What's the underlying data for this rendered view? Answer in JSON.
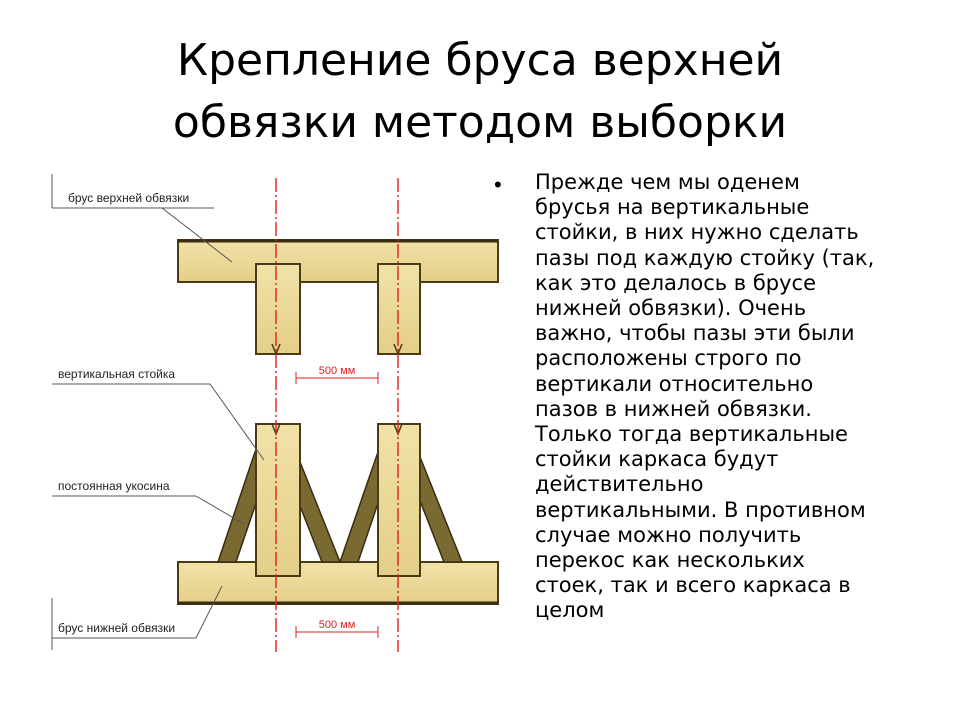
{
  "title": {
    "line1": "Крепление бруса верхней",
    "line2": "обвязки методом выборки"
  },
  "diagram": {
    "labels": {
      "top_beam": "брус верхней обвязки",
      "vertical_post": "вертикальная стойка",
      "brace": "постоянная укосина",
      "bottom_beam": "брус нижней обвязки"
    },
    "dimensions": {
      "top": "500 мм",
      "bottom": "500 мм"
    },
    "colors": {
      "wood": "#ecd99a",
      "wood_edge": "#4a3a18",
      "brace": "#7a6a32",
      "axis": "#e02020"
    }
  },
  "text": {
    "bullet": "•",
    "lines": [
      "Прежде чем мы оденем",
      "брусья на вертикальные",
      "стойки, в них нужно сделать",
      "пазы под каждую стойку (так,",
      "как это делалось в брусе",
      "нижней обвязки). Очень",
      "важно, чтобы пазы эти были",
      "расположены строго по",
      "вертикали относительно",
      "пазов в нижней обвязки.",
      "Только тогда вертикальные",
      "стойки каркаса будут",
      "действительно",
      "вертикальными. В противном",
      "случае можно получить",
      "перекос как нескольких",
      "стоек, так и всего каркаса в",
      "целом"
    ]
  }
}
